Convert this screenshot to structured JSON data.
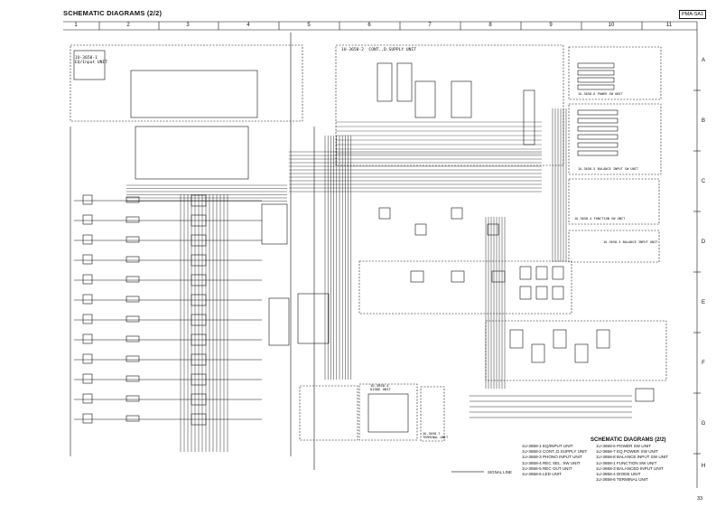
{
  "header": {
    "title": "SCHEMATIC DIAGRAMS (2/2)",
    "model": "PMA-SA1"
  },
  "grid": {
    "columns": [
      "1",
      "2",
      "3",
      "4",
      "5",
      "6",
      "7",
      "8",
      "9",
      "10",
      "11"
    ],
    "rows": [
      "A",
      "B",
      "C",
      "D",
      "E",
      "F",
      "G",
      "H"
    ]
  },
  "boards": {
    "input": "1U-3658-1\nEQ/Input UNIT",
    "control": "1U-3658-2  CONT.,D.SUPPLY UNIT",
    "power_sw": "1U-3658-6 POWER SW UNIT",
    "balance": "1U-3658-5 BALANCE INPUT SW UNIT",
    "function": "1U-3658-4 FUNCTION SW UNIT",
    "balance_input": "1U-3658-3 BALANCE INPUT UNIT",
    "diode": "1U-3658-4\nDIODE UNIT",
    "terminal": "1U-3658-7\nTERMINAL UNIT"
  },
  "legend": {
    "signal_line": "SIGNAL LINE",
    "title": "SCHEMATIC DIAGRAMS (2/2)",
    "left_items": [
      "1U-3658-1 EQ/INPUT UNIT",
      "1U-3658-2 CONT.,D.SUPPLY UNIT",
      "1U-3658-3 PHONO INPUT UNIT",
      "1U-3658-4 REC SEL. SW UNIT",
      "1U-3658-5 REC OUT UNIT",
      "1U-3658-6 LED UNIT"
    ],
    "right_items": [
      "1U-3658-6 POWER SW UNIT",
      "1U-3658-7 EQ POWER SW UNIT",
      "1U-3658-8 BALANCE INPUT SW UNIT",
      "1U-3658-1 FUNCTION SW UNIT",
      "1U-3658-3 BALANCED INPUT UNIT",
      "1U-3658-4 DIODE UNIT",
      "1U-3658-6 TERMINAL UNIT"
    ]
  },
  "page_number": "33"
}
